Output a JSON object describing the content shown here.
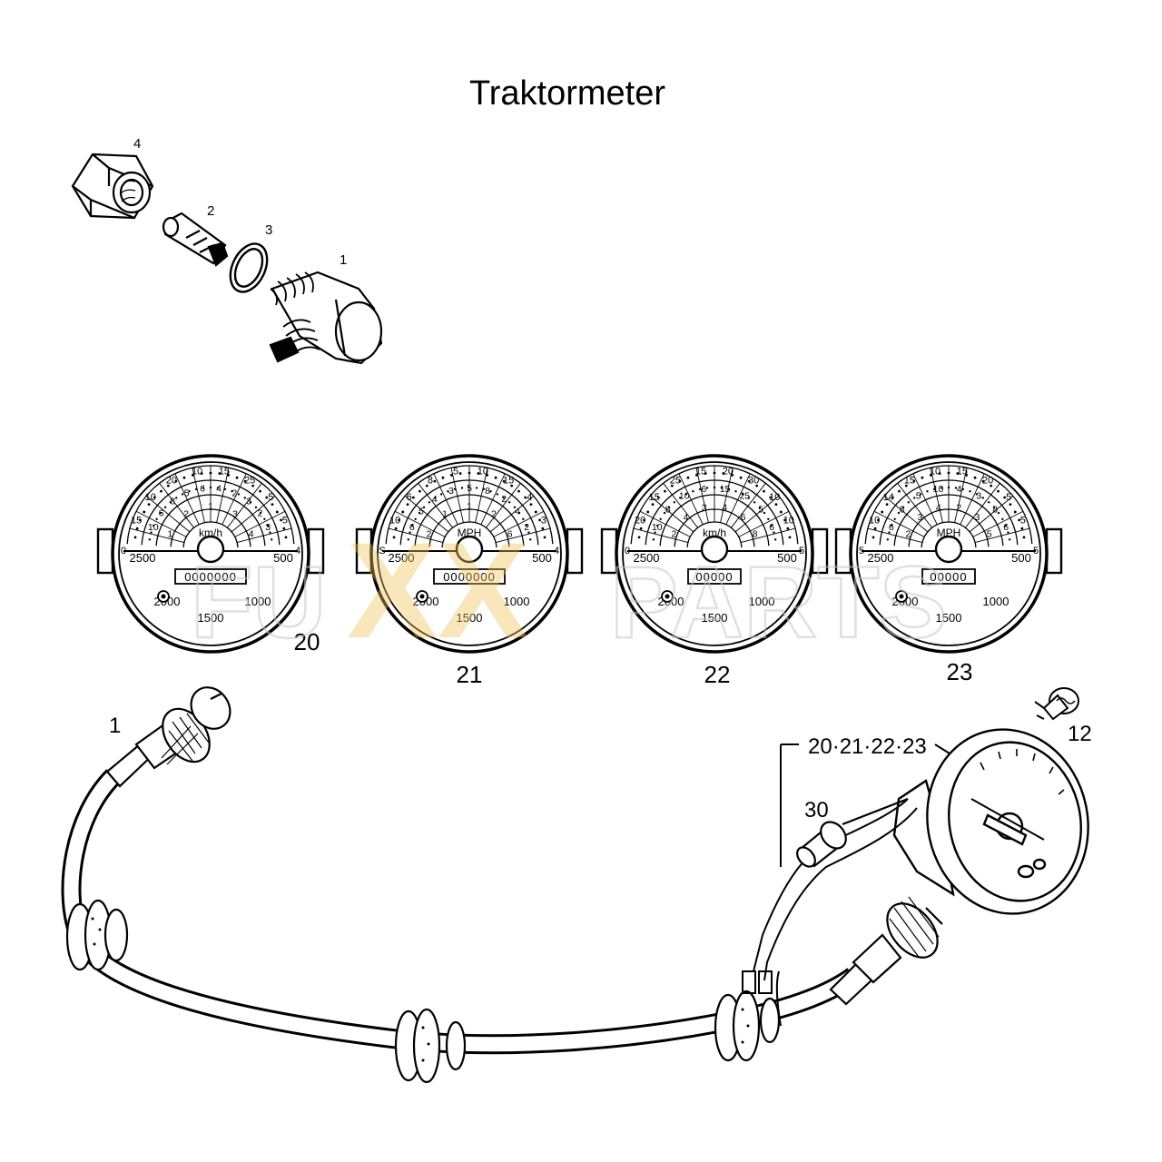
{
  "title": "Traktormeter",
  "watermark": {
    "left": "FU",
    "middle": "XX",
    "right": "PARTS",
    "accent_color": "#f2c25a"
  },
  "part_labels": {
    "nut": "4",
    "insert": "2",
    "ring": "3",
    "angle_drive": "1",
    "cable_end": "1",
    "bulb": "12",
    "bulb_holder": "30",
    "meter_callout": "20·21·22·23"
  },
  "gauges": [
    {
      "id": "20",
      "unit": "km/h",
      "arc_outer": [
        "15",
        "10",
        "20",
        "10",
        "15",
        "25",
        "5",
        "5"
      ],
      "arc_mid": [
        "10",
        "6",
        "8",
        "5",
        "6",
        "4",
        "2",
        "3",
        "2",
        "3"
      ],
      "arc_inner": [
        "1",
        "2",
        "1",
        "3",
        "4"
      ],
      "left_end": "0",
      "right_end": "4",
      "rpm": [
        "2500",
        "500",
        "2000",
        "1000",
        "1500"
      ],
      "counter": "0000000"
    },
    {
      "id": "21",
      "unit": "MPH",
      "arc_outer": [
        "10",
        "6",
        "8",
        "5",
        "10",
        "15",
        "4",
        "3"
      ],
      "arc_mid": [
        "6",
        "5",
        "4",
        "3",
        "5",
        "8",
        "2",
        "4",
        "2"
      ],
      "arc_inner": [
        "2",
        "1",
        "1",
        "2",
        "6"
      ],
      "left_end": "S",
      "right_end": "4",
      "rpm": [
        "2500",
        "500",
        "2000",
        "1000",
        "1500"
      ],
      "counter": "0000000"
    },
    {
      "id": "22",
      "unit": "km/h",
      "arc_outer": [
        "20",
        "15",
        "25",
        "15",
        "20",
        "30",
        "10",
        "10"
      ],
      "arc_mid": [
        "10",
        "8",
        "10",
        "6",
        "15",
        "25",
        "5",
        "6"
      ],
      "arc_inner": [
        "2",
        "4",
        "3",
        "4",
        "6",
        "8"
      ],
      "left_end": "0",
      "right_end": "5",
      "rpm": [
        "2500",
        "500",
        "2000",
        "1000",
        "1500"
      ],
      "counter": "00000"
    },
    {
      "id": "23",
      "unit": "MPH",
      "arc_outer": [
        "10",
        "14",
        "15",
        "10",
        "15",
        "20",
        "5",
        "5"
      ],
      "arc_mid": [
        "6",
        "8",
        "5",
        "10",
        "4",
        "3",
        "8",
        "6"
      ],
      "arc_inner": [
        "2",
        "3",
        "4",
        "2",
        "3",
        "5"
      ],
      "left_end": "5",
      "right_end": "5",
      "rpm": [
        "2500",
        "500",
        "2000",
        "1000",
        "1500"
      ],
      "counter": "00000"
    }
  ]
}
